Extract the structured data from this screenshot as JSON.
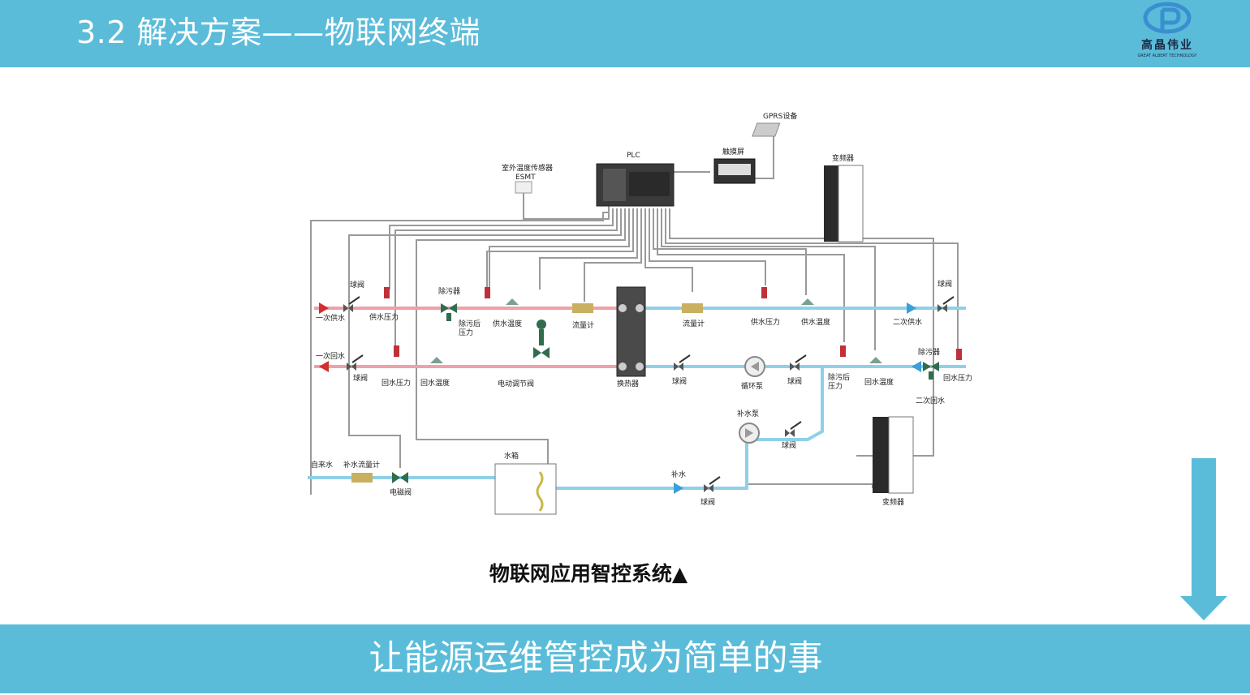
{
  "header": {
    "title": "3.2  解决方案——物联网终端"
  },
  "logo": {
    "name": "高晶伟业",
    "subtitle": "GREAT ALBERT TECHNOLOGY"
  },
  "diagram": {
    "labels": {
      "gprs": "GPRS设备",
      "plc": "PLC",
      "touch": "触摸屏",
      "outdoor": "室外温度传感器",
      "esmt": "ESMT",
      "vfd_top": "变频器",
      "ball_1": "球阀",
      "primary_supply": "一次供水",
      "supply_pressure_1": "供水压力",
      "strainer_1": "除污器",
      "after_pressure_1": "除污后\n压力",
      "supply_temp_1": "供水温度",
      "flowmeter_1": "流量计",
      "flowmeter_2": "流量计",
      "supply_pressure_2": "供水压力",
      "supply_temp_2": "供水温度",
      "ball_2": "球阀",
      "secondary_supply": "二次供水",
      "primary_return": "一次回水",
      "ball_3": "球阀",
      "return_pressure_1": "回水压力",
      "return_temp_1": "回水温度",
      "control_valve": "电动调节阀",
      "heat_exchanger": "换热器",
      "ball_4": "球阀",
      "circ_pump": "循环泵",
      "ball_5": "球阀",
      "after_pressure_2": "除污后\n压力",
      "return_temp_2": "回水温度",
      "strainer_2": "除污器",
      "return_pressure_2": "回水压力",
      "secondary_return": "二次回水",
      "makeup_pump": "补水泵",
      "ball_6": "球阀",
      "tap_water": "自来水",
      "makeup_flowmeter": "补水流量计",
      "solenoid": "电磁阀",
      "water_tank": "水箱",
      "makeup": "补水",
      "ball_7": "球阀",
      "vfd_bottom": "变频器"
    }
  },
  "caption": "物联网应用智控系统▲",
  "footer": {
    "slogan": "让能源运维管控成为简单的事"
  },
  "colors": {
    "banner": "#5bbcd9",
    "hot_pipe": "#f0a0a8",
    "cold_pipe": "#8fd0e8",
    "arrow": "#5bbcd9"
  }
}
